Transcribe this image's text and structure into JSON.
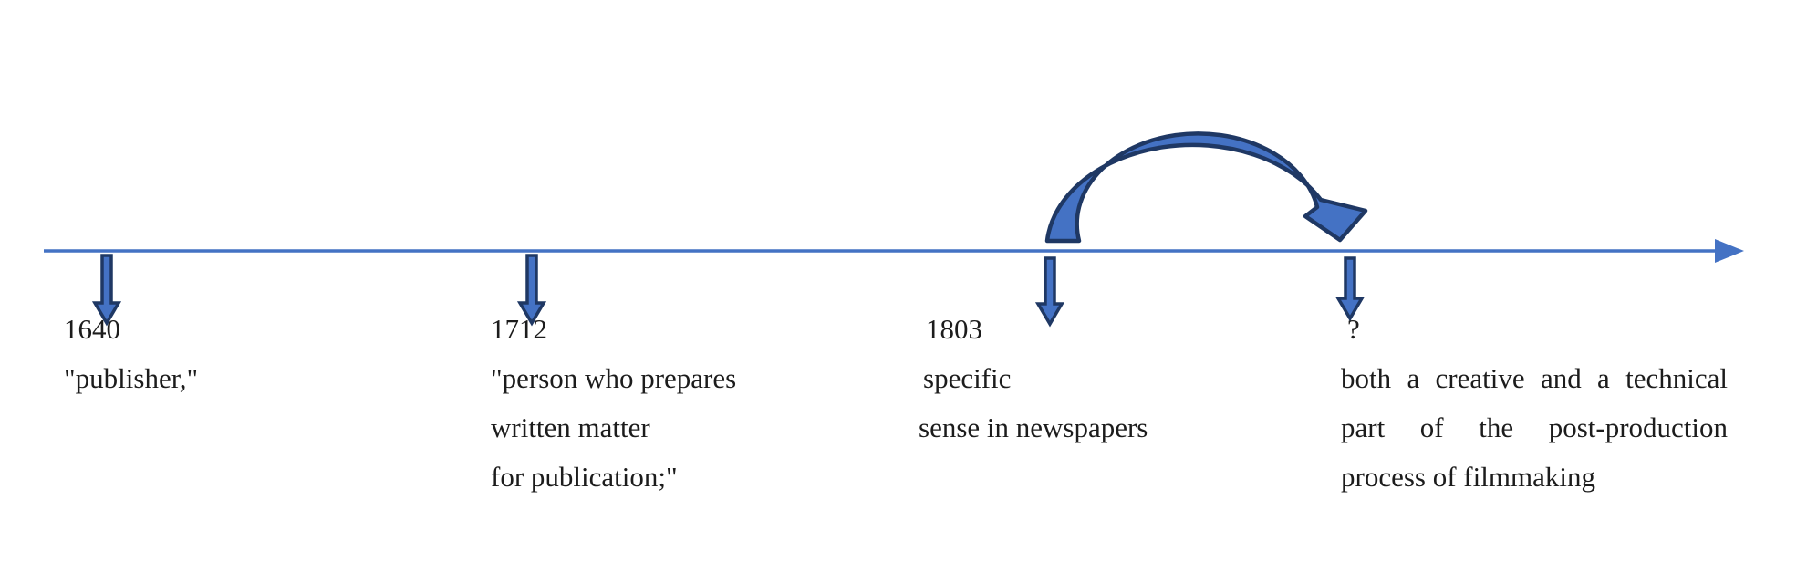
{
  "palette": {
    "accent_blue": "#4472C4",
    "dark_outline": "#1F3864",
    "text_color": "#1C1C1C",
    "background": "#FFFFFF"
  },
  "icons": {
    "axis": "timeline-right-arrow",
    "marker": "down-arrow",
    "jump": "curved-right-arrow"
  },
  "timeline": {
    "events": [
      {
        "year": "1640",
        "lines": [
          "\"publisher,\""
        ]
      },
      {
        "year": "1712",
        "lines": [
          "\"person who prepares",
          "written matter",
          "for publication;\""
        ]
      },
      {
        "year": "1803",
        "lines": [
          "specific",
          "sense in newspapers"
        ]
      },
      {
        "year": "?",
        "lines": [
          "both a creative and a technical",
          "part of the post-production",
          "process of filmmaking"
        ]
      }
    ]
  }
}
